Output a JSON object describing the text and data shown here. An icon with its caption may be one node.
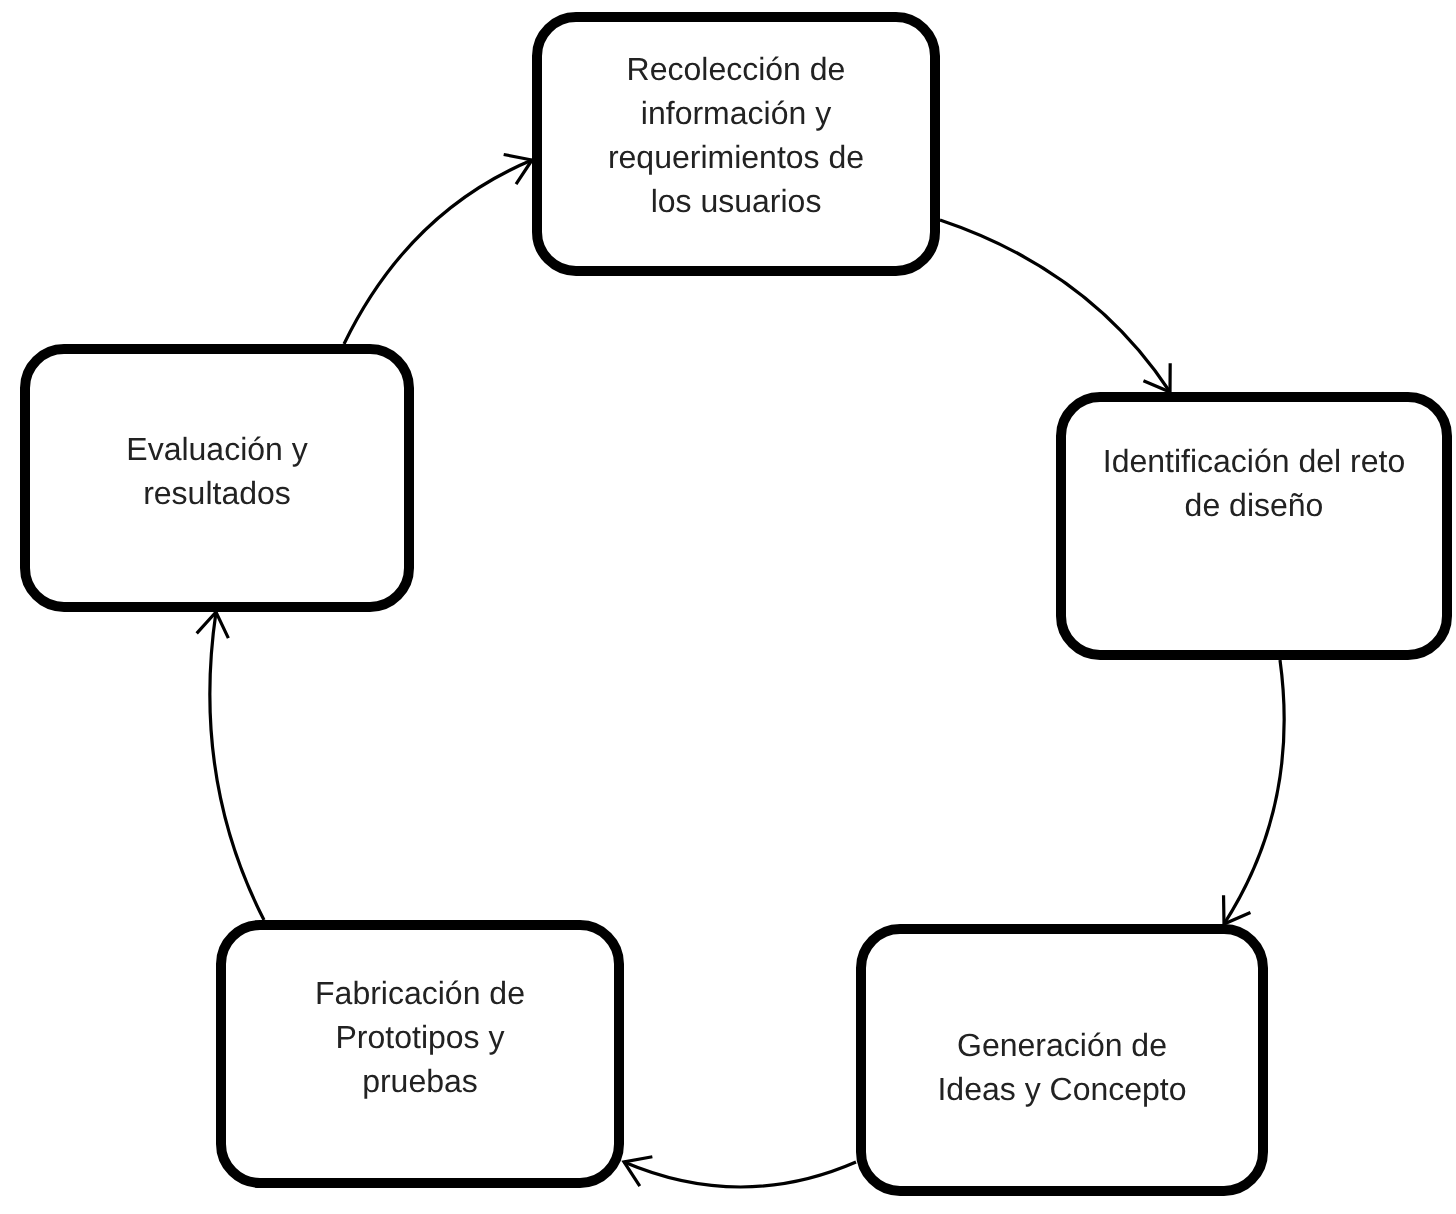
{
  "diagram": {
    "nodes": [
      {
        "text": [
          "Recolección de información y requerimientos de los usuarios"
        ]
      },
      {
        "text": [
          "Identificación del reto de diseño"
        ]
      },
      {
        "text": [
          "Generación de Ideas y Concepto"
        ]
      },
      {
        "text": [
          "Fabricación de Prototipos y pruebas"
        ]
      },
      {
        "text": [
          "Evaluación y resultados"
        ]
      }
    ],
    "edges": [
      {
        "from": 0,
        "to": 1,
        "arrow": "to"
      },
      {
        "from": 1,
        "to": 2,
        "arrow": "to"
      },
      {
        "from": 2,
        "to": 3,
        "arrow": "to"
      },
      {
        "from": 3,
        "to": 4,
        "arrow": "to"
      },
      {
        "from": 4,
        "to": 0,
        "arrow": "to"
      }
    ]
  }
}
